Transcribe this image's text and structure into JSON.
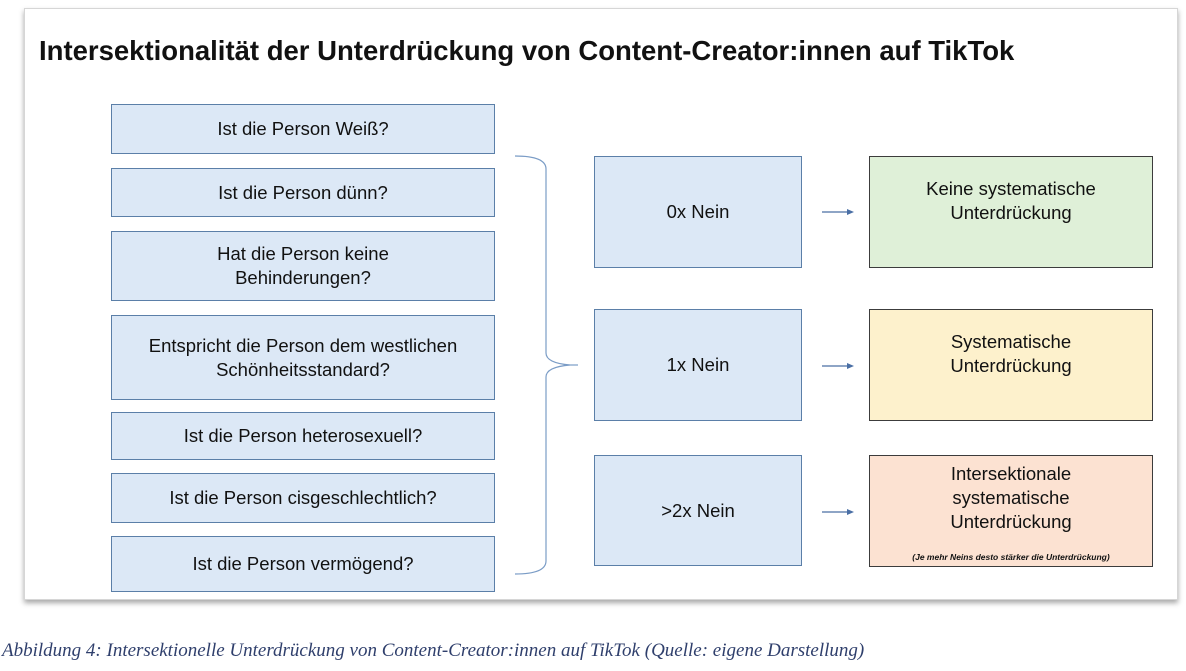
{
  "title": "Intersektionalität der Unterdrückung von Content-Creator:innen auf TikTok",
  "questions": [
    "Ist die Person Weiß?",
    "Ist die Person dünn?",
    "Hat die Person keine Behinderungen?",
    "Entspricht die Person dem westlichen Schönheitsstandard?",
    "Ist die Person heterosexuell?",
    "Ist die Person cisgeschlechtlich?",
    "Ist die Person vermögend?"
  ],
  "counts": [
    "0x Nein",
    "1x Nein",
    ">2x Nein"
  ],
  "results": [
    {
      "text": "Keine systematische Unterdrückung",
      "color": "#dff0d8"
    },
    {
      "text": "Systematische Unterdrückung",
      "color": "#fdf1cc"
    },
    {
      "text": "Intersektionale systematische Unterdrückung",
      "color": "#fce2d2",
      "note": "(Je mehr Neins desto stärker die Unterdrückung)"
    }
  ],
  "colors": {
    "question_fill": "#dce8f6",
    "question_border": "#5b7fa8",
    "arrow": "#4a6fa5"
  },
  "caption": "Abbildung 4: Intersektionelle Unterdrückung von Content-Creator:innen auf TikTok (Quelle: eigene Darstellung)"
}
